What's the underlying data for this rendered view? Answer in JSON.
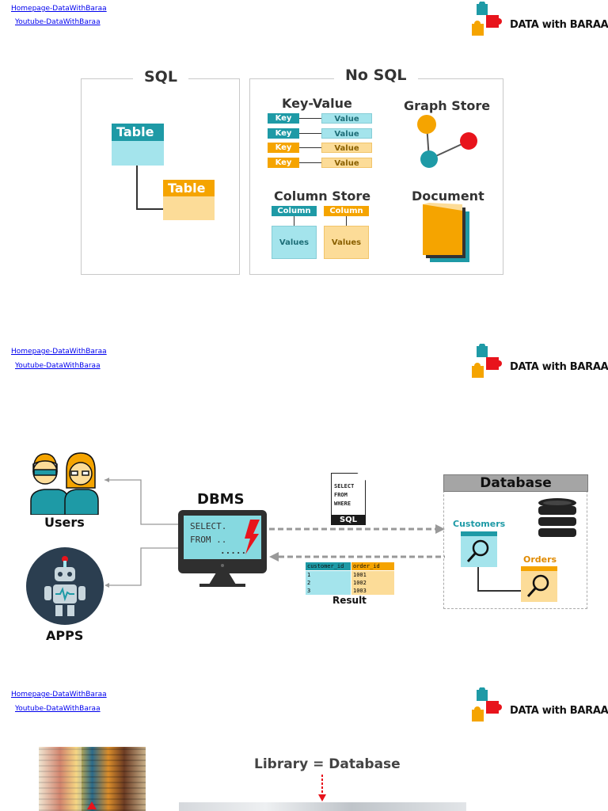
{
  "header": {
    "homepage_link": "Homepage-DataWithBaraa",
    "youtube_link": "Youtube-DataWithBaraa",
    "logo_text": "DATA with BARAA"
  },
  "slide1": {
    "sql_title": "SQL",
    "nosql_title": "No SQL",
    "table1": "Table",
    "table2": "Table",
    "key_value_title": "Key-Value",
    "key_label": "Key",
    "value_label": "Value",
    "graph_title": "Graph Store",
    "column_title": "Column Store",
    "column_label": "Column",
    "values_label": "Values",
    "document_title": "Document"
  },
  "slide2": {
    "users_label": "Users",
    "apps_label": "APPS",
    "dbms_label": "DBMS",
    "monitor_line1": "SELECT.",
    "monitor_line2": "FROM ..",
    "monitor_line3": ".....",
    "query_lines": [
      "SELECT",
      "FROM",
      "WHERE"
    ],
    "sql_tag": "SQL",
    "database_title": "Database",
    "customers_label": "Customers",
    "orders_label": "Orders",
    "result_label": "Result",
    "result_headers": [
      "customer_id",
      "order_id"
    ],
    "result_rows": [
      [
        "1",
        "1001"
      ],
      [
        "2",
        "1002"
      ],
      [
        "3",
        "1003"
      ]
    ]
  },
  "slide3": {
    "title": "Library = Database"
  },
  "colors": {
    "teal": "#1e9aa6",
    "orange": "#f5a400",
    "red": "#e8141c",
    "light_teal": "#a4e4ec",
    "light_orange": "#fcdc98"
  }
}
